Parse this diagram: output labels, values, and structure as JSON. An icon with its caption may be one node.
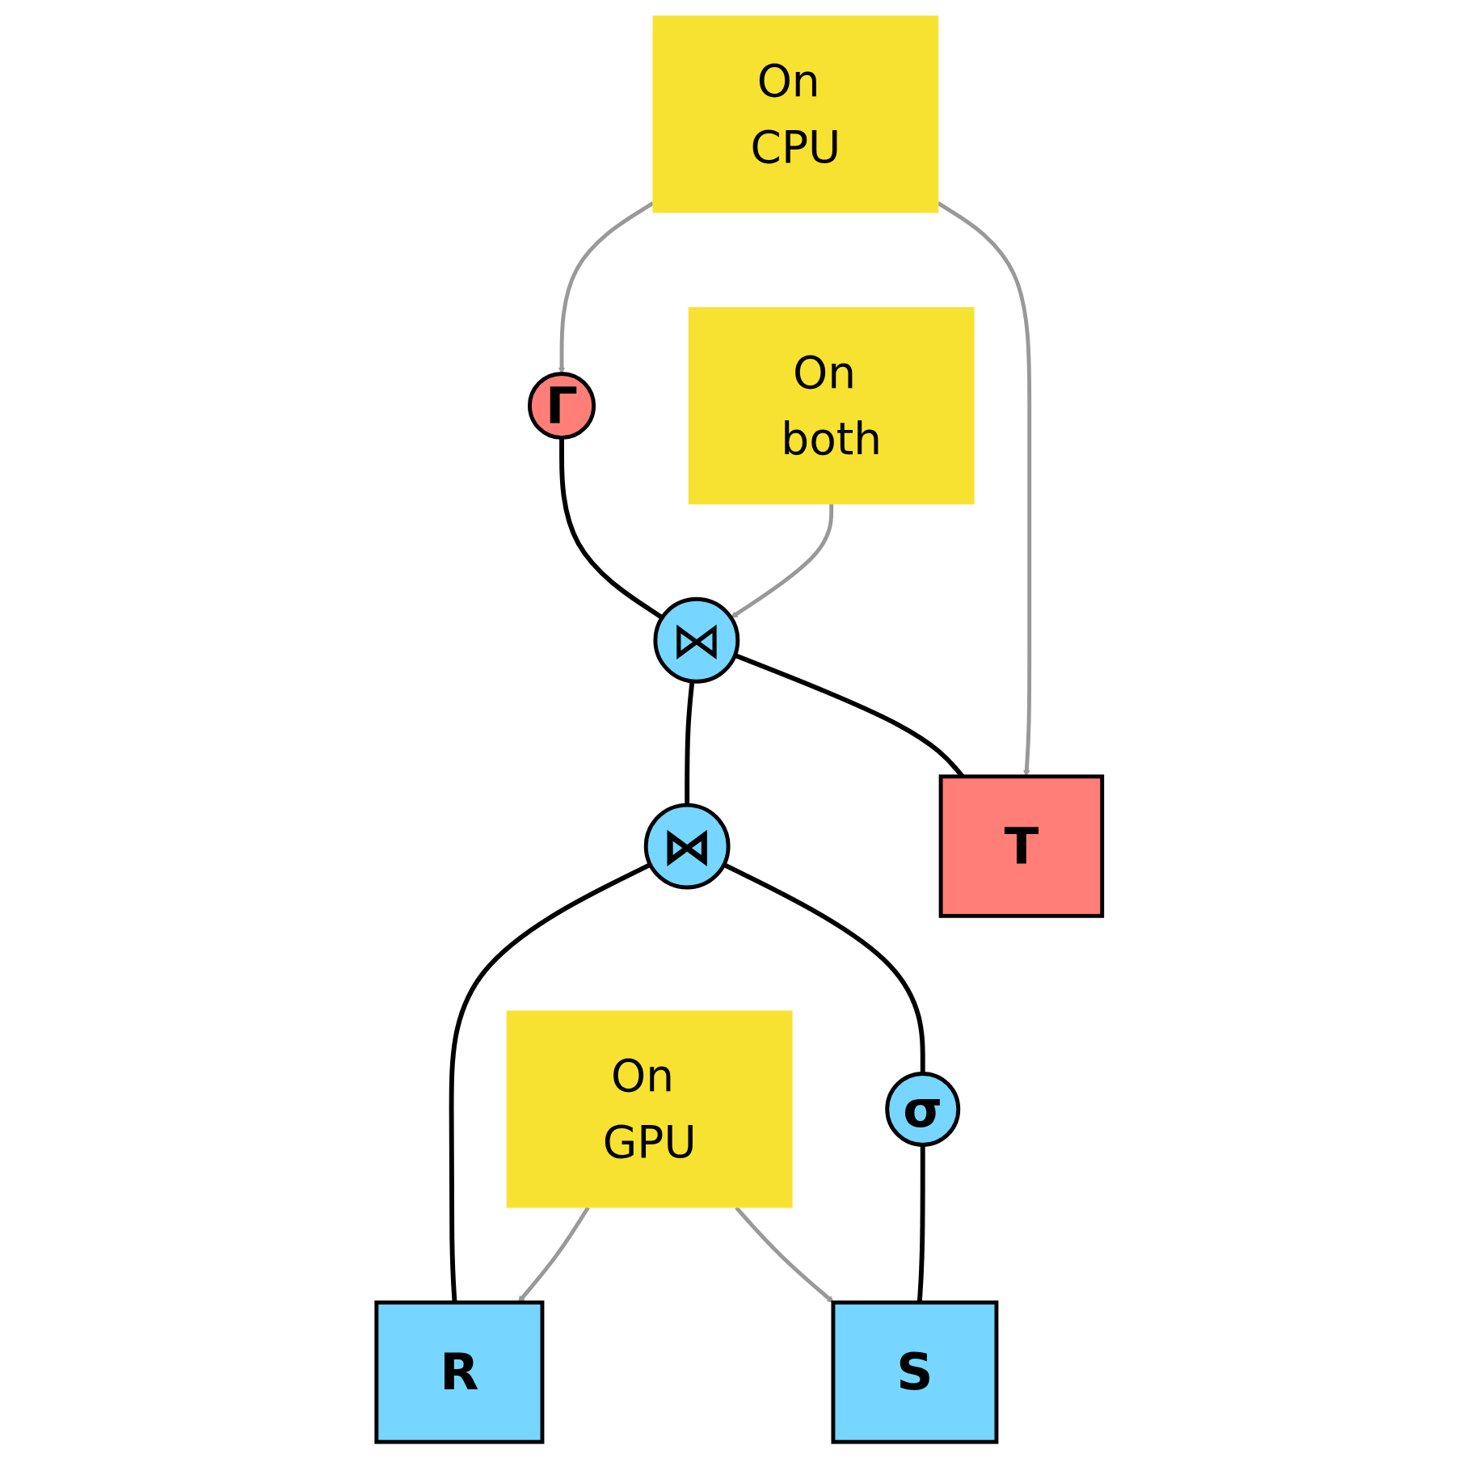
{
  "diagram": {
    "nodes": [
      {
        "text": [
          "Γ"
        ]
      },
      {
        "text": [
          "On both"
        ]
      },
      {
        "text": [
          "On CPU"
        ]
      },
      {
        "text": [
          "⋈"
        ]
      },
      {
        "text": [
          "⋈"
        ]
      },
      {
        "text": [
          "T"
        ]
      },
      {
        "text": [
          "R"
        ]
      },
      {
        "text": [
          "σ"
        ]
      },
      {
        "text": [
          "S"
        ]
      },
      {
        "text": [
          "On GPU"
        ]
      }
    ],
    "edges": [
      {
        "from": 0,
        "to": 3,
        "arrow": "none"
      },
      {
        "from": 3,
        "to": 4,
        "arrow": "none"
      },
      {
        "from": 3,
        "to": 5,
        "arrow": "none"
      },
      {
        "from": 4,
        "to": 6,
        "arrow": "none"
      },
      {
        "from": 4,
        "to": 7,
        "arrow": "none"
      },
      {
        "from": 7,
        "to": 8,
        "arrow": "none"
      },
      {
        "from": 1,
        "to": 3,
        "arrow": "to",
        "color": "#999999"
      },
      {
        "from": 2,
        "to": 0,
        "arrow": "to",
        "color": "#999999"
      },
      {
        "from": 2,
        "to": 5,
        "arrow": "to",
        "color": "#999999"
      },
      {
        "from": 9,
        "to": 6,
        "arrow": "to",
        "color": "#999999"
      },
      {
        "from": 9,
        "to": 8,
        "arrow": "to",
        "color": "#999999"
      }
    ]
  }
}
